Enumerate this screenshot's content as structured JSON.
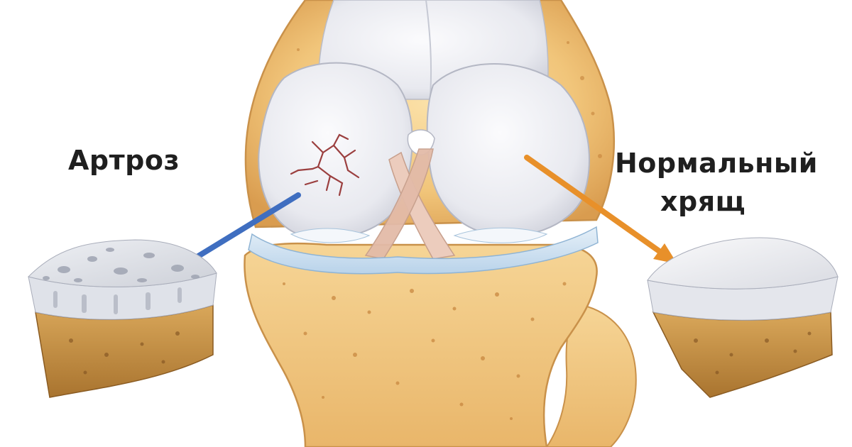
{
  "labels": {
    "arthrosis": "Артроз",
    "normal_line1": "Нормальный",
    "normal_line2": "хрящ"
  },
  "colors": {
    "background": "#ffffff",
    "bone": "#f1c57a",
    "bone_dark": "#cf8f3e",
    "cartilage": "#e6e8ee",
    "meniscus": "#cfe3f2",
    "ligament": "#e6c6b6",
    "damage": "#9b3f3f",
    "arrow_blue": "#3f6ec0",
    "arrow_orange": "#e8902a"
  },
  "icons": {
    "knee_joint": "knee-joint-illustration",
    "damaged_sample": "damaged-cartilage-block",
    "healthy_sample": "healthy-cartilage-block"
  }
}
